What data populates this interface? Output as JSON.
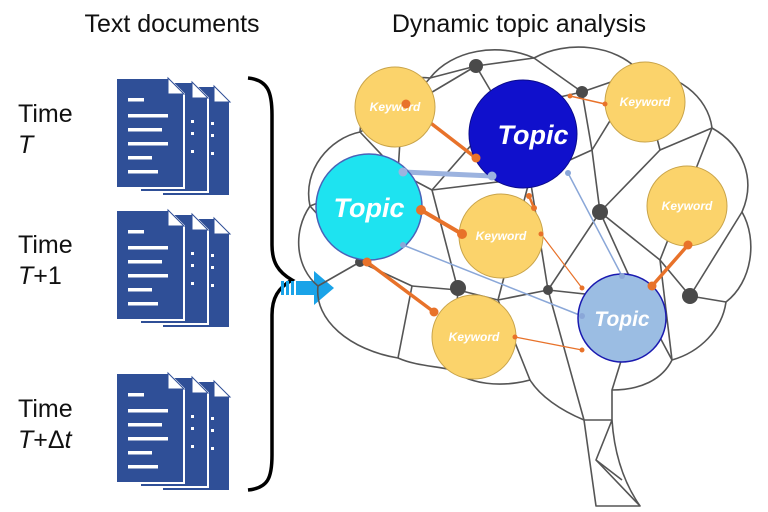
{
  "headings": {
    "left": "Text documents",
    "right": "Dynamic topic analysis"
  },
  "time_labels": [
    {
      "word": "Time",
      "var": "T",
      "suffix": ""
    },
    {
      "word": "Time",
      "var": "T",
      "suffix": "+1"
    },
    {
      "word": "Time",
      "var": "T",
      "suffix": "+Δ",
      "tail": "t"
    }
  ],
  "nodes": {
    "keyword": "Keyword",
    "topic": "Topic"
  },
  "colors": {
    "document": "#2f4f97",
    "keyword_fill": "#fbd36b",
    "keyword_stroke": "#c9a44a",
    "topic_main": "#1010cc",
    "topic_left": "#1ee3f0",
    "topic_bottom": "#9bbde3",
    "link_orange": "#e8722a",
    "link_blue": "#8aa7d8",
    "arrow": "#1aa3e8",
    "brain_line": "#555555"
  }
}
